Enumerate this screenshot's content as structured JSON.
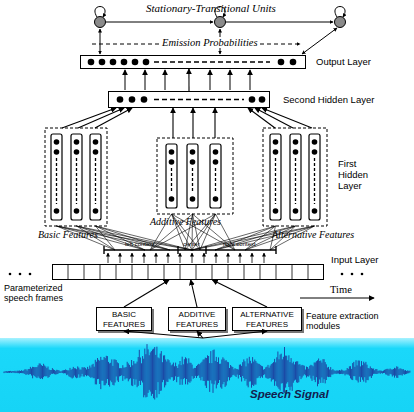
{
  "diagram": {
    "nodes": [
      {
        "text": [
          "Output Layer"
        ]
      },
      {
        "text": [
          "Second Hidden Layer"
        ]
      },
      {
        "text": [
          "Input Layer"
        ]
      },
      {
        "text": [
          "BASIC FEATURES"
        ]
      },
      {
        "text": [
          "ADDITIVE FEATURES"
        ]
      },
      {
        "text": [
          "ALTERNATIVE FEATURES"
        ]
      },
      {
        "text": [
          "Speech Signal"
        ]
      }
    ],
    "edges": [
      {
        "from": 6,
        "to": 3,
        "arrow": "to"
      },
      {
        "from": 6,
        "to": 4,
        "arrow": "to"
      },
      {
        "from": 6,
        "to": 5,
        "arrow": "to"
      },
      {
        "from": 3,
        "to": 2,
        "arrow": "to"
      },
      {
        "from": 4,
        "to": 2,
        "arrow": "to"
      },
      {
        "from": 5,
        "to": 2,
        "arrow": "to"
      },
      {
        "from": 1,
        "to": 0,
        "arrow": "to"
      }
    ],
    "labels": [
      "Stationary-Transitional Units",
      "Emission Probabilities",
      "First Hidden Layer",
      "Basic Features",
      "Additive Features",
      "Alternative Features",
      "left context",
      "center",
      "right context",
      "Parameterized speech frames",
      "Time",
      "Feature extraction modules"
    ]
  }
}
